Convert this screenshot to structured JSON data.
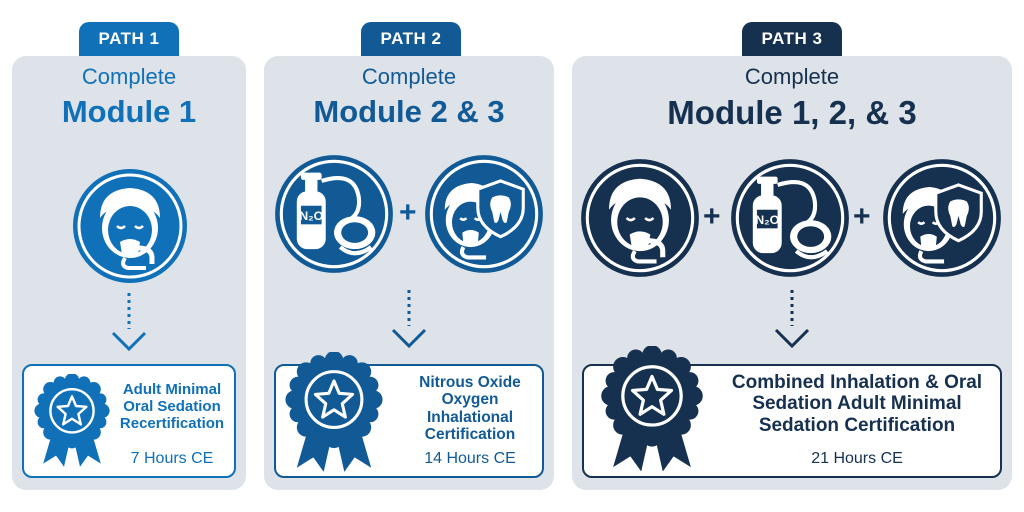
{
  "paths": [
    {
      "tab": "PATH 1",
      "complete": "Complete",
      "module": "Module 1",
      "icons": [
        "sedation-mask-person-icon"
      ],
      "certification": {
        "title": "Adult Minimal\nOral Sedation\nRecertification",
        "hours": "7 Hours CE"
      },
      "color": "#1070b8"
    },
    {
      "tab": "PATH 2",
      "complete": "Complete",
      "module": "Module 2 & 3",
      "icons": [
        "nitrous-oxide-tank-icon",
        "dental-sedation-shield-icon"
      ],
      "certification": {
        "title": "Nitrous Oxide\nOxygen\nInhalational\nCertification",
        "hours": "14 Hours CE"
      },
      "color": "#125a96"
    },
    {
      "tab": "PATH 3",
      "complete": "Complete",
      "module": "Module 1, 2, & 3",
      "icons": [
        "sedation-mask-person-icon",
        "nitrous-oxide-tank-icon",
        "dental-sedation-shield-icon"
      ],
      "certification": {
        "title": "Combined Inhalation & Oral\nSedation Adult Minimal\nSedation Certification",
        "hours": "21 Hours CE"
      },
      "color": "#16304f"
    }
  ],
  "plus_sign": "+",
  "n2o_label": "N2O",
  "n2o_main": "N",
  "n2o_sub": "2",
  "n2o_end": "O"
}
